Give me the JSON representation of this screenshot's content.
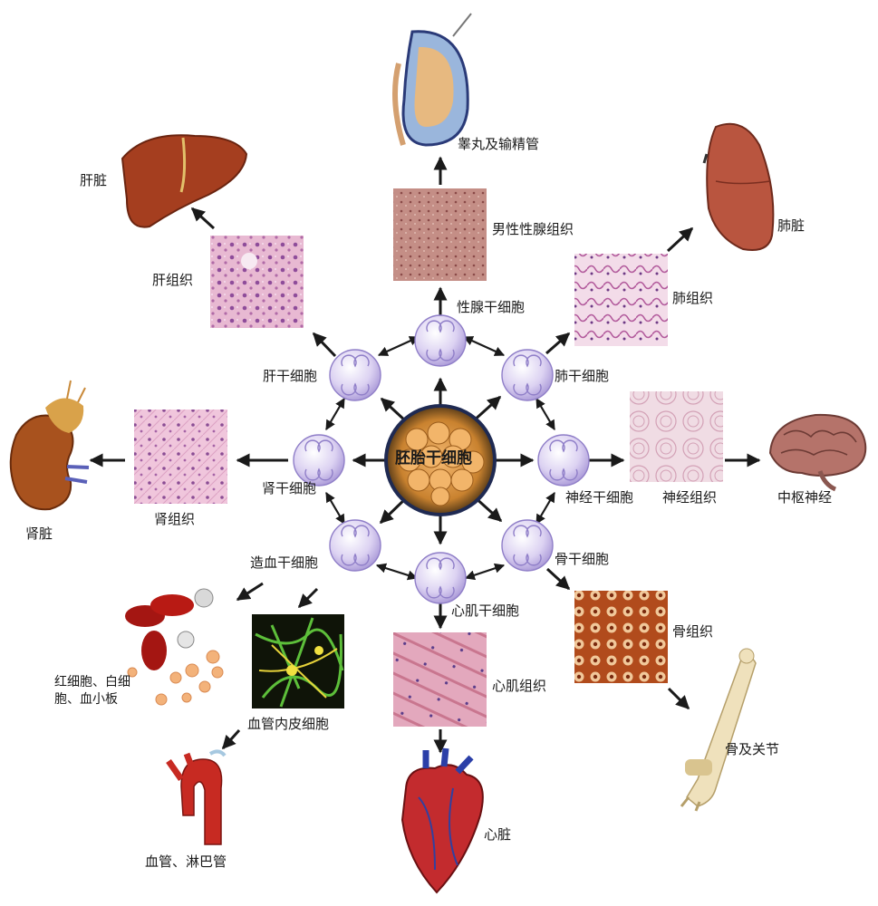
{
  "center": {
    "label": "胚胎干细胞"
  },
  "stem_cells": [
    {
      "id": "gonad",
      "label": "性腺干细胞"
    },
    {
      "id": "lung",
      "label": "肺干细胞"
    },
    {
      "id": "neural",
      "label": "神经干细胞"
    },
    {
      "id": "bone",
      "label": "骨干细胞"
    },
    {
      "id": "cardiac",
      "label": "心肌干细胞"
    },
    {
      "id": "hematopoietic",
      "label": "造血干细胞"
    },
    {
      "id": "kidney",
      "label": "肾干细胞"
    },
    {
      "id": "liver",
      "label": "肝干细胞"
    }
  ],
  "tissues": [
    {
      "id": "male-gonad-tissue",
      "label": "男性性腺组织"
    },
    {
      "id": "lung-tissue",
      "label": "肺组织"
    },
    {
      "id": "neural-tissue",
      "label": "神经组织"
    },
    {
      "id": "bone-tissue",
      "label": "骨组织"
    },
    {
      "id": "cardiac-tissue",
      "label": "心肌组织"
    },
    {
      "id": "endothelial-cells",
      "label": "血管内皮细胞"
    },
    {
      "id": "kidney-tissue",
      "label": "肾组织"
    },
    {
      "id": "liver-tissue",
      "label": "肝组织"
    }
  ],
  "organs": [
    {
      "id": "testis",
      "label": "睾丸及输精管"
    },
    {
      "id": "lung-organ",
      "label": "肺脏"
    },
    {
      "id": "cns",
      "label": "中枢神经"
    },
    {
      "id": "bone-joint",
      "label": "骨及关节"
    },
    {
      "id": "heart",
      "label": "心脏"
    },
    {
      "id": "vessels",
      "label": "血管、淋巴管"
    },
    {
      "id": "blood-cells",
      "label": "红细胞、白细胞、血小板"
    },
    {
      "id": "kidney-organ",
      "label": "肾脏"
    },
    {
      "id": "liver-organ",
      "label": "肝脏"
    }
  ],
  "colors": {
    "arrow": "#1a1a1a",
    "cell_fill": "#d9cdf0",
    "cell_stroke": "#8f7ec8",
    "tissue_pink": "#d99ac0",
    "organ_red": "#b8352a",
    "brain": "#b5736a"
  }
}
